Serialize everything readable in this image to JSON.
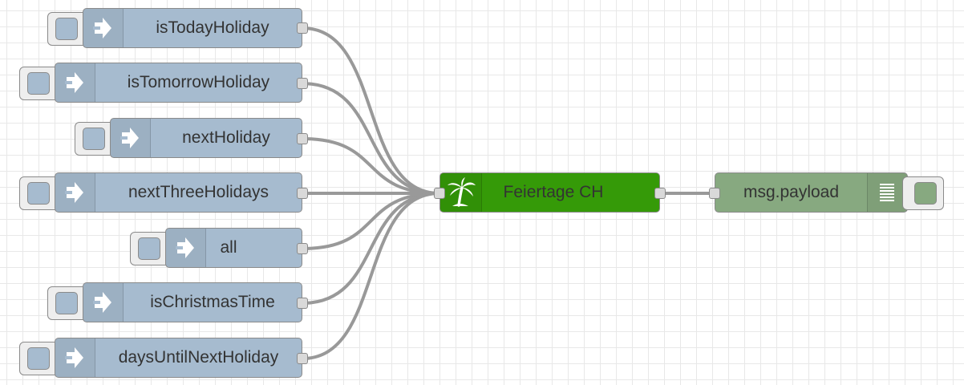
{
  "flow": {
    "inject_nodes": [
      {
        "label": "isTodayHoliday"
      },
      {
        "label": "isTomorrowHoliday"
      },
      {
        "label": "nextHoliday"
      },
      {
        "label": "nextThreeHolidays"
      },
      {
        "label": "all"
      },
      {
        "label": "isChristmasTime"
      },
      {
        "label": "daysUntilNextHoliday"
      }
    ],
    "holiday_node": {
      "label": "Feiertage CH",
      "icon": "palm-tree-icon",
      "color": "#359a08"
    },
    "debug_node": {
      "label": "msg.payload",
      "icon": "debug-list-icon",
      "color": "#87a980"
    },
    "inject_icon": "inject-arrow-icon",
    "colors": {
      "inject": "#a6bbcf",
      "holiday": "#359a08",
      "debug": "#87a980",
      "wire": "#999999",
      "port": "#d9d9d9",
      "button": "#eeeeee"
    }
  }
}
